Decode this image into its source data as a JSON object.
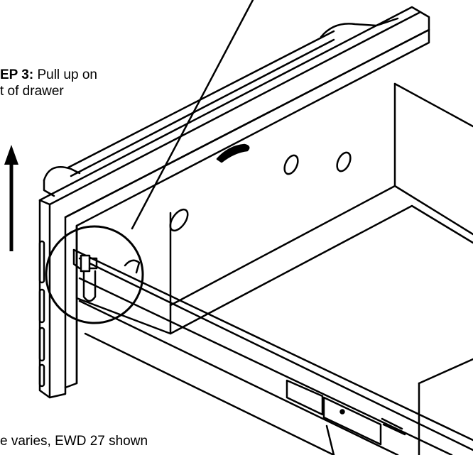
{
  "annotation": {
    "step_prefix": "EP 3:",
    "step_text_line1": " Pull up on",
    "step_text_line2": "t of drawer"
  },
  "caption": "e varies, EWD 27 shown",
  "icons": {
    "arrow": "up-arrow-icon",
    "callout": "callout-circle-icon"
  },
  "colors": {
    "ink": "#000000",
    "paper": "#ffffff"
  }
}
